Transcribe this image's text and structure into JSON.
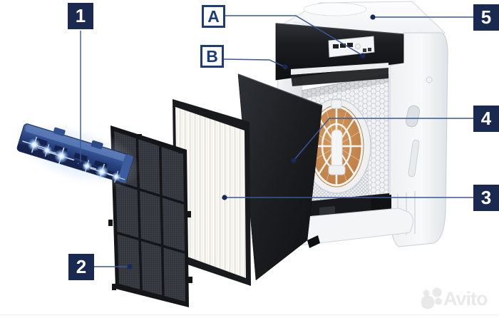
{
  "diagram_title": "air-purifier-exploded-view",
  "callouts": [
    {
      "id": "1",
      "label": "1",
      "type": "filled"
    },
    {
      "id": "2",
      "label": "2",
      "type": "filled"
    },
    {
      "id": "3",
      "label": "3",
      "type": "filled"
    },
    {
      "id": "4",
      "label": "4",
      "type": "filled"
    },
    {
      "id": "5",
      "label": "5",
      "type": "filled"
    },
    {
      "id": "A",
      "label": "A",
      "type": "outlined"
    },
    {
      "id": "B",
      "label": "B",
      "type": "outlined"
    }
  ],
  "watermark": {
    "brand": "Avito"
  },
  "colors": {
    "callout_navy": "#19294f",
    "outline_navy": "#1d3c7c",
    "connector_blue": "#3d5796",
    "wheel_orange": "#c08048",
    "led_blue": "#2c4d94",
    "watermark_gray": "#e9e9e9"
  }
}
